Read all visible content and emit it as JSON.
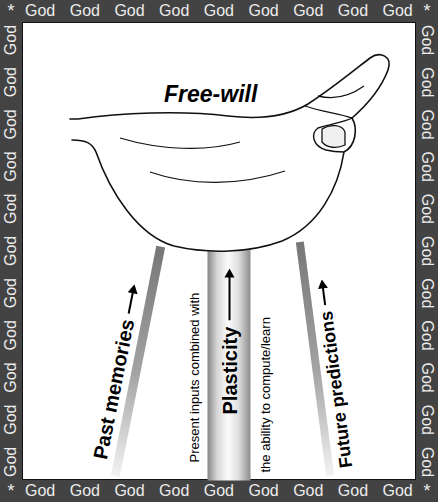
{
  "diagram": {
    "nodes": [
      {
        "text": [
          "*",
          "God God God God God God God God God",
          "*",
          "God God God God God God God God God God God",
          "God God God God God God God God God God God",
          "*",
          "God God God God God God God God God",
          "*"
        ]
      },
      {
        "text": [
          "Free-will"
        ],
        "in": 0
      },
      {
        "text": [
          "Past memories"
        ],
        "in": 0
      },
      {
        "text": [
          "Present inputs combined with",
          "Plasticity",
          "the ability to compute/learn"
        ],
        "in": 0
      },
      {
        "text": [
          "Future predictions"
        ],
        "in": 0
      }
    ]
  }
}
